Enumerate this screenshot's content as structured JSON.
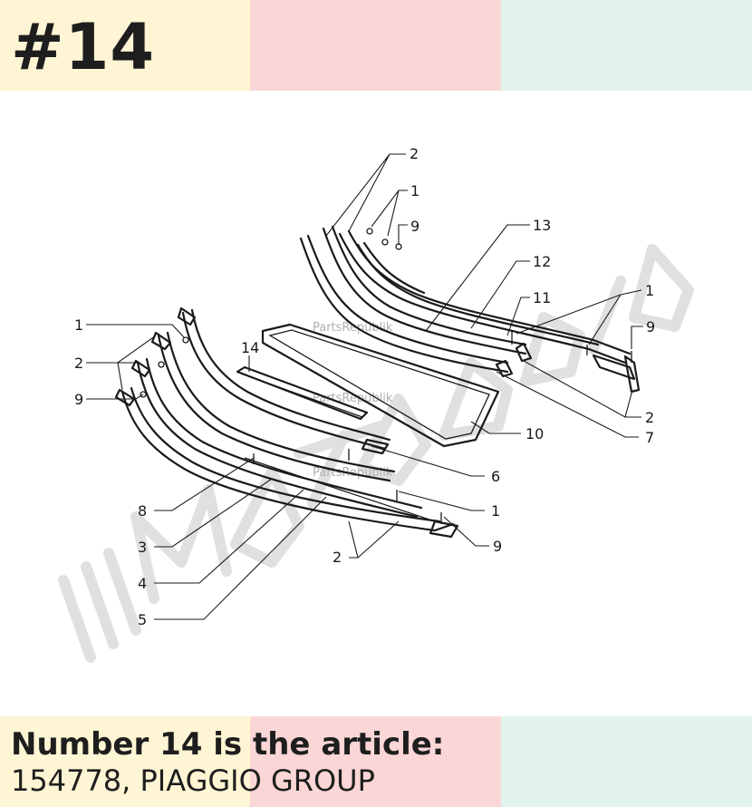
{
  "badge": {
    "text": "#14"
  },
  "caption": {
    "heading": "Number 14 is the article:",
    "detail": "154778, PIAGGIO GROUP"
  },
  "watermark": {
    "site": "PartsRepublik",
    "logo": "MOTODOCIA"
  },
  "callouts": [
    "1",
    "2",
    "3",
    "4",
    "5",
    "6",
    "7",
    "8",
    "9",
    "10",
    "11",
    "12",
    "13",
    "14"
  ],
  "colors": {
    "band_yellow": "#fdf5d3",
    "band_pink": "#fad6d6",
    "band_mint": "#e3f4ec",
    "ink": "#1a1a1a"
  }
}
